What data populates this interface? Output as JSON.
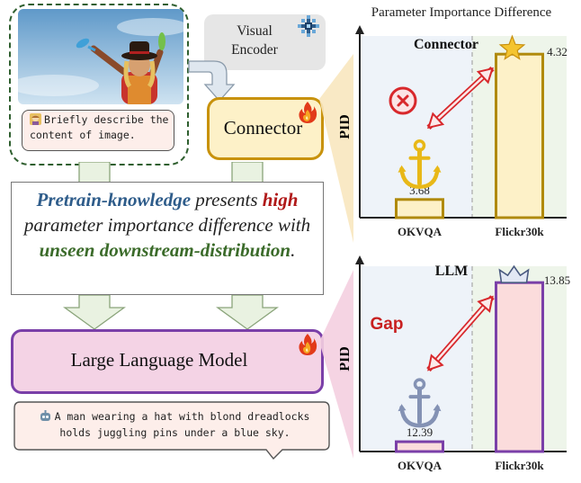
{
  "input": {
    "prompt": "Briefly describe the content of image."
  },
  "visual_encoder": {
    "label": "Visual Encoder",
    "line1": "Visual",
    "line2": "Encoder"
  },
  "connector": {
    "label": "Connector"
  },
  "claim": {
    "part1": "Pretrain-knowledge",
    "part2": " presents ",
    "part3": "high",
    "part4": " parameter importance difference with ",
    "part5": "unseen downstream-distribution",
    "part6": "."
  },
  "llm": {
    "label": "Large Language Model"
  },
  "answer": {
    "line1": "A man wearing a hat with blond dreadlocks",
    "line2": "holds juggling pins under a blue sky."
  },
  "chart_title": "Parameter Importance Difference",
  "annotations": {
    "gap": "Gap"
  },
  "colors": {
    "connector_border": "#c8920c",
    "connector_fill": "#fdf1c8",
    "llm_border": "#7a3fa8",
    "llm_fill": "#f4d3e5",
    "gap_red": "#d8282c",
    "blue_text": "#2e5c8a",
    "red_text": "#b01818",
    "green_text": "#3b6b2a"
  },
  "chart_data": [
    {
      "type": "bar",
      "title": "Connector",
      "ylabel": "PID",
      "categories": [
        "OKVQA",
        "Flickr30k"
      ],
      "values": [
        3.68,
        4.32
      ],
      "value_labels": [
        "3.68",
        "4.32"
      ],
      "ylim": [
        3.6,
        4.4
      ]
    },
    {
      "type": "bar",
      "title": "LLM",
      "ylabel": "PID",
      "categories": [
        "OKVQA",
        "Flickr30k"
      ],
      "values": [
        12.39,
        13.85
      ],
      "value_labels": [
        "12.39",
        "13.85"
      ],
      "ylim": [
        12.3,
        14.0
      ]
    }
  ]
}
